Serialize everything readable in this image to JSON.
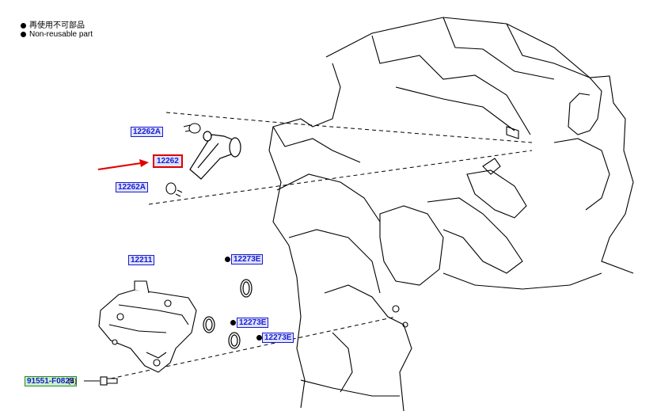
{
  "legend": {
    "line1": "再使用不可部品",
    "line2": "Non-reusable part"
  },
  "callouts": {
    "clamp_top": "12262A",
    "hose": "12262",
    "clamp_bottom": "12262A",
    "separator": "12211",
    "gasket_1": "12273E",
    "gasket_2": "12273E",
    "gasket_3": "12273E",
    "bolt": "91551-F0825",
    "bolt_qty": "(4)"
  },
  "colors": {
    "link_text": "#1a1acc",
    "link_bg": "#dde3ff",
    "highlight": "#e00000",
    "arrow": "#e00000"
  }
}
